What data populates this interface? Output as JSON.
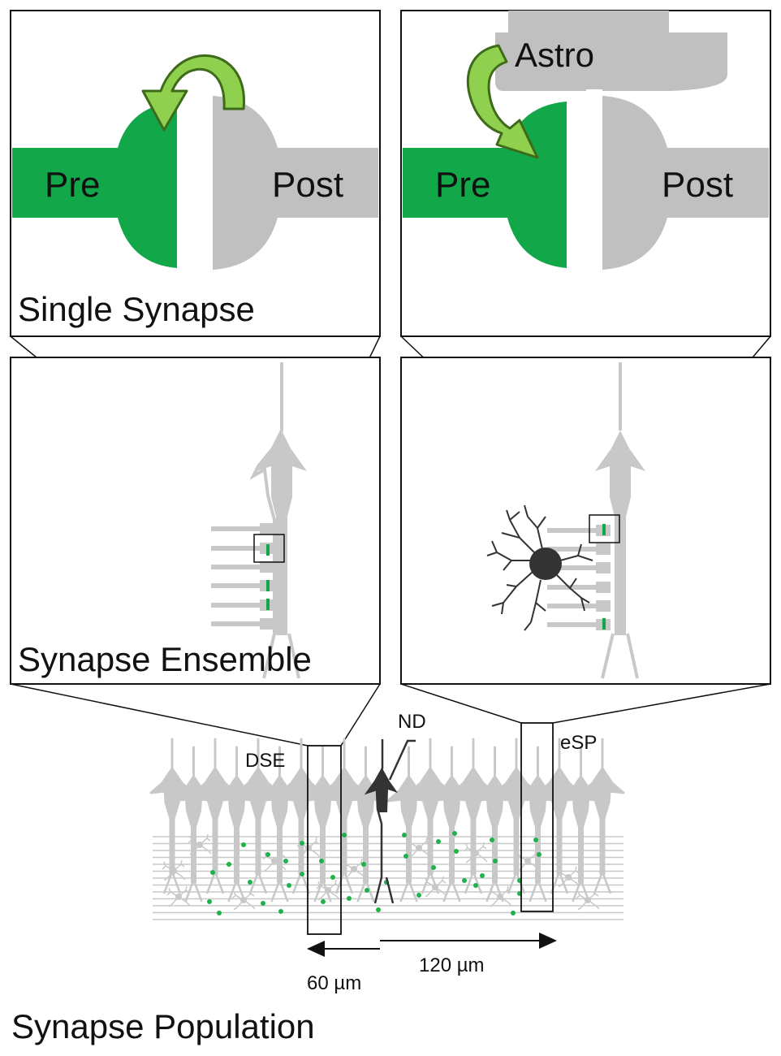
{
  "panels": {
    "top_left": {
      "pre_label": "Pre",
      "post_label": "Post",
      "caption": "Single Synapse"
    },
    "top_right": {
      "astro_label": "Astro",
      "pre_label": "Pre",
      "post_label": "Post"
    },
    "middle_left": {
      "caption": "Synapse Ensemble"
    },
    "middle_right": {}
  },
  "population": {
    "dse_label": "DSE",
    "nd_label": "ND",
    "esp_label": "eSP",
    "distance_left": "60 µm",
    "distance_right": "120 µm",
    "caption": "Synapse Population"
  },
  "colors": {
    "pre_green": "#12a84a",
    "post_gray": "#c0c0c0",
    "arrow_light_green": "#8fd14f",
    "arrow_dark_green": "#3e6b1a",
    "astro_dark": "#333333",
    "synapse_dot": "#1fb24b"
  }
}
